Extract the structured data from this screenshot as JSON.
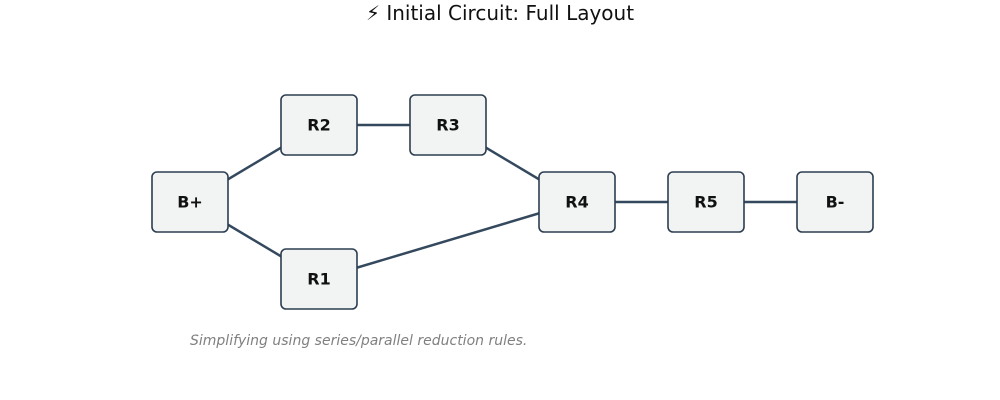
{
  "title": "⚡ Initial Circuit: Full Layout",
  "caption": "Simplifying using series/parallel reduction rules.",
  "colors": {
    "node_fill": "#f2f4f4",
    "node_stroke": "#2c3e50",
    "edge": "#34495e",
    "caption": "#808080"
  },
  "nodes": [
    {
      "id": "B+",
      "label": "B+"
    },
    {
      "id": "R2",
      "label": "R2"
    },
    {
      "id": "R3",
      "label": "R3"
    },
    {
      "id": "R1",
      "label": "R1"
    },
    {
      "id": "R4",
      "label": "R4"
    },
    {
      "id": "R5",
      "label": "R5"
    },
    {
      "id": "B-",
      "label": "B-"
    }
  ],
  "edges": [
    {
      "from": "B+",
      "to": "R2"
    },
    {
      "from": "B+",
      "to": "R1"
    },
    {
      "from": "R2",
      "to": "R3"
    },
    {
      "from": "R3",
      "to": "R4"
    },
    {
      "from": "R1",
      "to": "R4"
    },
    {
      "from": "R4",
      "to": "R5"
    },
    {
      "from": "R5",
      "to": "B-"
    }
  ]
}
